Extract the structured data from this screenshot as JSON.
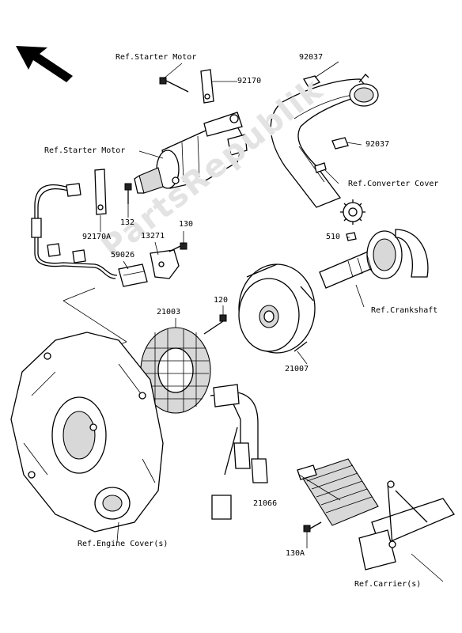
{
  "labels": {
    "ref_starter_motor_top": "Ref.Starter Motor",
    "ref_starter_motor_mid": "Ref.Starter Motor",
    "ref_converter_cover": "Ref.Converter Cover",
    "ref_crankshaft": "Ref.Crankshaft",
    "ref_engine_cover": "Ref.Engine Cover(s)",
    "ref_carrier": "Ref.Carrier(s)"
  },
  "parts": {
    "p92037_a": "92037",
    "p92170": "92170",
    "p92037_b": "92037",
    "p92170A": "92170A",
    "p132": "132",
    "p130": "130",
    "p13271": "13271",
    "p59026": "59026",
    "p510": "510",
    "p120": "120",
    "p21003": "21003",
    "p21007": "21007",
    "p21066": "21066",
    "p130A": "130A"
  },
  "watermark": "PartsRepublik",
  "colors": {
    "line": "#000000",
    "background": "#ffffff",
    "watermark": "#e3e3e3"
  }
}
